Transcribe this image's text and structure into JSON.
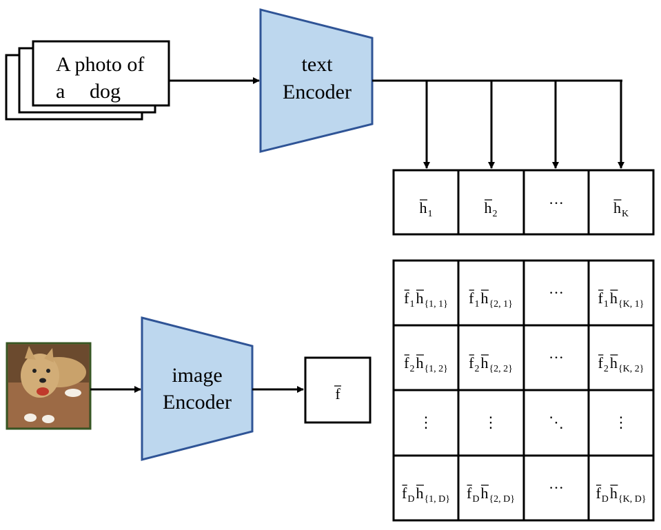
{
  "prompt": {
    "line1": "A photo of",
    "line2_a": "a",
    "line2_b": "dog"
  },
  "text_encoder": {
    "line1": "text",
    "line2": "Encoder"
  },
  "image_encoder": {
    "line1": "image",
    "line2": "Encoder"
  },
  "image_feature": {
    "base": "f",
    "overline": true
  },
  "text_features": [
    {
      "base": "h",
      "sub": "1"
    },
    {
      "base": "h",
      "sub": "2"
    },
    {
      "base": "",
      "sub": "",
      "text": "···"
    },
    {
      "base": "h",
      "sub": "K"
    }
  ],
  "matrix": {
    "rows": [
      [
        {
          "f": "f",
          "fsub": "1",
          "h": "h",
          "hsub": "{1, 1}"
        },
        {
          "f": "f",
          "fsub": "1",
          "h": "h",
          "hsub": "{2, 1}"
        },
        {
          "text": "···"
        },
        {
          "f": "f",
          "fsub": "1",
          "h": "h",
          "hsub": "{K, 1}"
        }
      ],
      [
        {
          "f": "f",
          "fsub": "2",
          "h": "h",
          "hsub": "{1, 2}"
        },
        {
          "f": "f",
          "fsub": "2",
          "h": "h",
          "hsub": "{2, 2}"
        },
        {
          "text": "···"
        },
        {
          "f": "f",
          "fsub": "2",
          "h": "h",
          "hsub": "{K, 2}"
        }
      ],
      [
        {
          "text": "⋮"
        },
        {
          "text": "⋮"
        },
        {
          "text": "⋱"
        },
        {
          "text": "⋮"
        }
      ],
      [
        {
          "f": "f",
          "fsub": "D",
          "h": "h",
          "hsub": "{1, D}"
        },
        {
          "f": "f",
          "fsub": "D",
          "h": "h",
          "hsub": "{2, D}"
        },
        {
          "text": "···"
        },
        {
          "f": "f",
          "fsub": "D",
          "h": "h",
          "hsub": "{K, D}"
        }
      ]
    ]
  },
  "colors": {
    "encoder_fill": "#bdd7ee",
    "encoder_stroke": "#2f5496",
    "photo_frame": "#375623",
    "photo_bg": "#8b5a3c",
    "dog": "#c9a26b"
  },
  "icons": {
    "photo": "dog-photo"
  }
}
